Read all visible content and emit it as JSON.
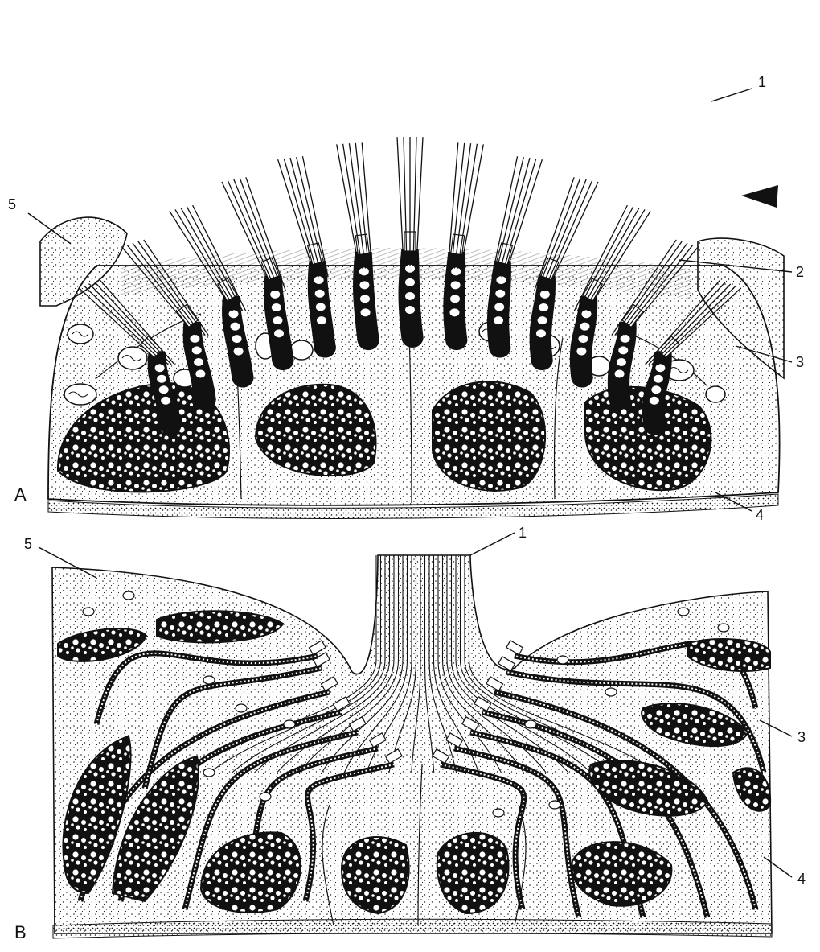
{
  "panels": [
    {
      "id": "A",
      "label": "A",
      "callouts": [
        "1",
        "2",
        "3",
        "4",
        "5"
      ]
    },
    {
      "id": "B",
      "label": "B",
      "callouts": [
        "1",
        "3",
        "4",
        "5"
      ]
    }
  ],
  "colors": {
    "ink": "#111111",
    "paper": "#ffffff"
  }
}
